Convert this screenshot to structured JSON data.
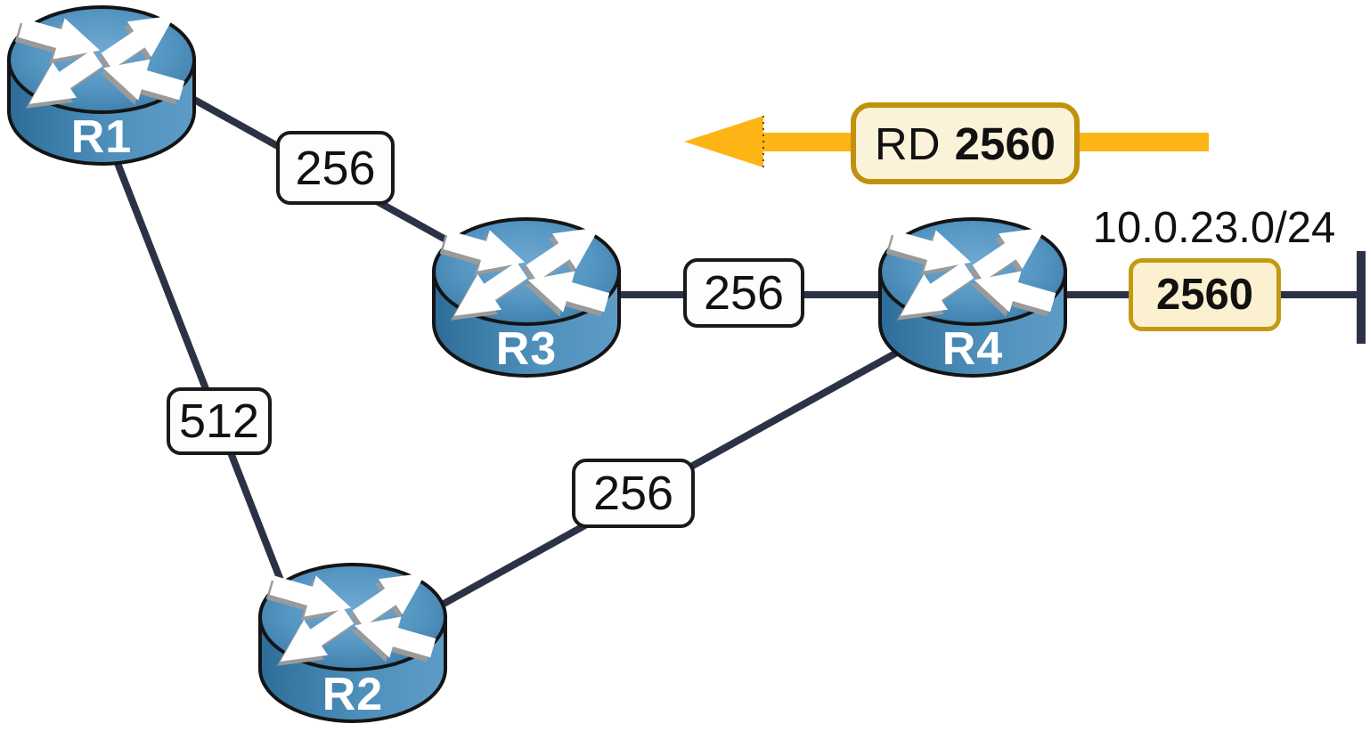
{
  "diagram": {
    "title": "network-topology",
    "routers": [
      {
        "id": "r1",
        "label": "R1"
      },
      {
        "id": "r2",
        "label": "R2"
      },
      {
        "id": "r3",
        "label": "R3"
      },
      {
        "id": "r4",
        "label": "R4"
      }
    ],
    "links": [
      {
        "from": "R1",
        "to": "R3",
        "metric": "256"
      },
      {
        "from": "R1",
        "to": "R2",
        "metric": "512"
      },
      {
        "from": "R2",
        "to": "R4",
        "metric": "256"
      },
      {
        "from": "R3",
        "to": "R4",
        "metric": "256"
      }
    ],
    "route_advertisement": {
      "prefix_label": "RD",
      "value": "2560",
      "direction": "left"
    },
    "network": {
      "prefix": "10.0.23.0/24",
      "metric": "2560"
    },
    "colors": {
      "link": "#2c3245",
      "arrow_yellow": "#fcb514",
      "highlight_fill": "#fbf2da",
      "highlight_border": "#c0920c",
      "router_top_light": "#68a7d0",
      "router_top_dark": "#3c7cab",
      "router_body_dark": "#2d6c98",
      "router_body_light": "#5e9cc6",
      "badge_border": "#1a1a1a",
      "badge_fill": "#fdfdfd"
    }
  }
}
